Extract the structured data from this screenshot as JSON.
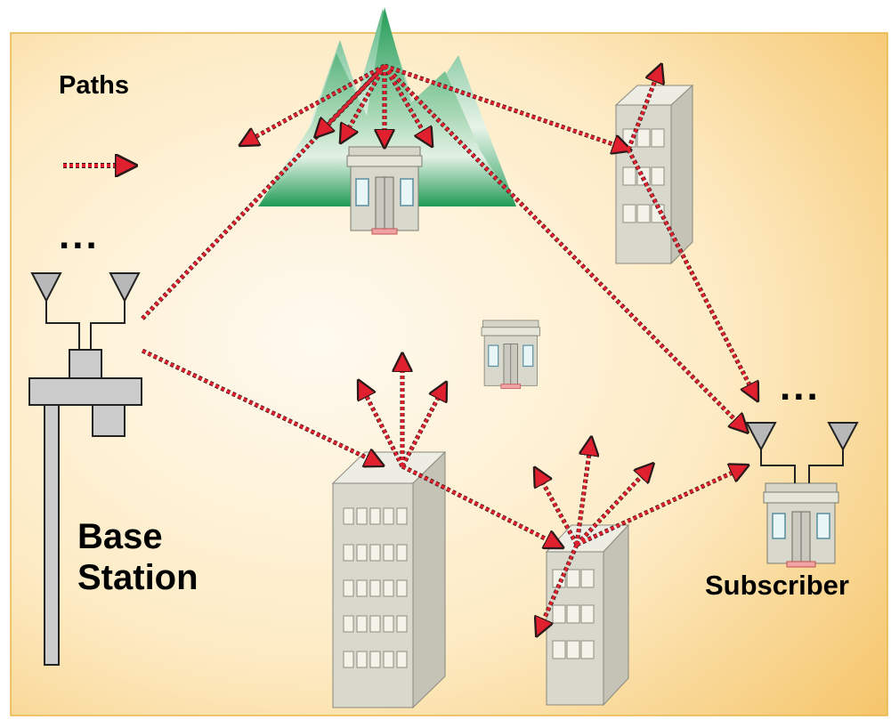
{
  "labels": {
    "paths": "Paths",
    "ellipsis_base": "...",
    "ellipsis_subscriber": "...",
    "base_line1": "Base",
    "base_line2": "Station",
    "subscriber": "Subscriber"
  },
  "colors": {
    "background_light": "#fdf4de",
    "background_warm": "#f5c56a",
    "border": "#e8b64a",
    "mountain_top": "#1f9a55",
    "mountain_fade": "#f2f7ec",
    "building_front": "#d9d8cc",
    "building_side": "#c4c3b6",
    "building_roof": "#eeede4",
    "window": "#f3f3ea",
    "arrow_red": "#e0202e",
    "arrow_dark": "#2a1a1a",
    "tower": "#cccccc",
    "door_mat": "#f2a4a4"
  },
  "icons": [
    "dashed-path-arrow",
    "antenna-icon",
    "building-icon",
    "house-icon",
    "mountain-icon"
  ]
}
